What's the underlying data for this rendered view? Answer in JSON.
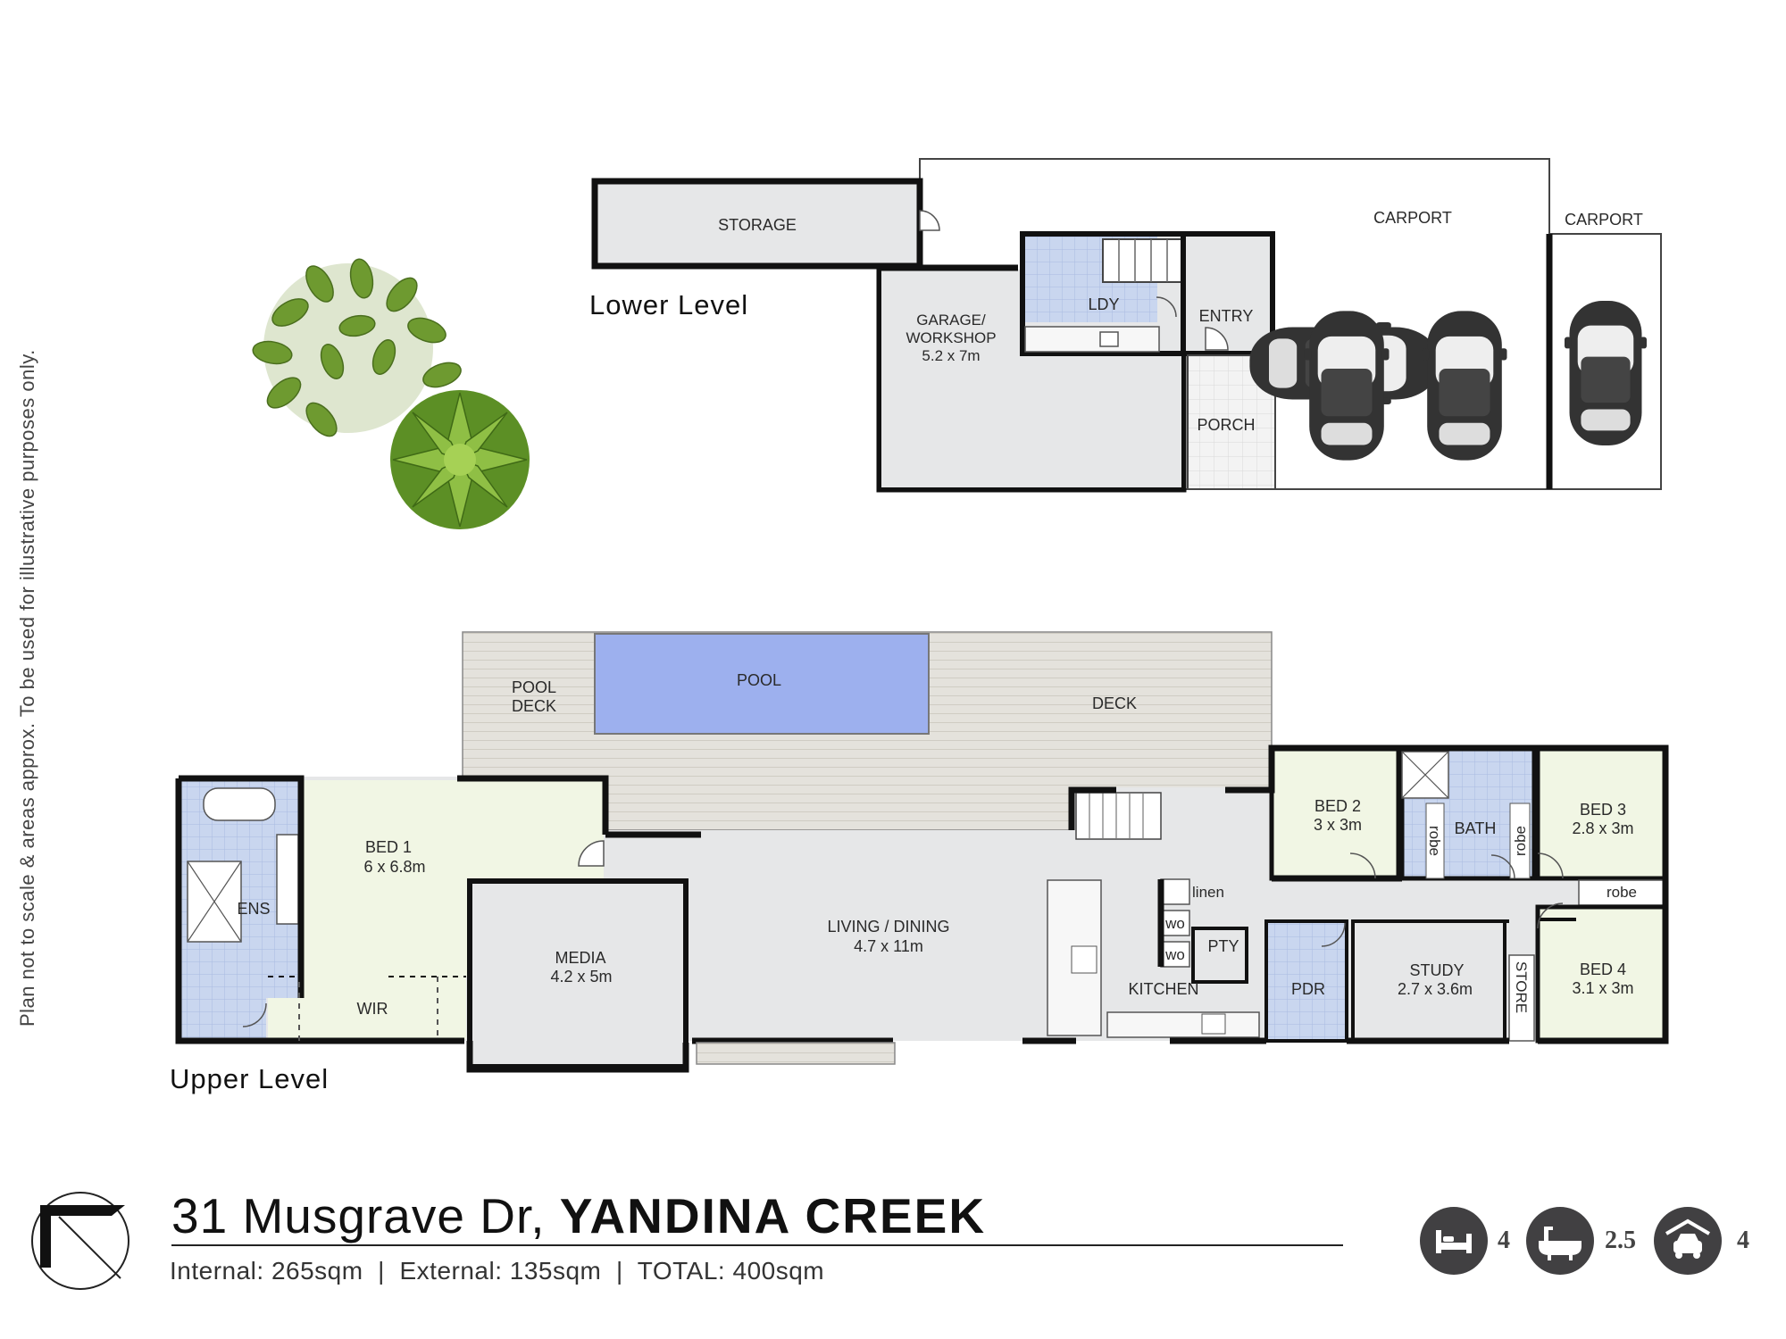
{
  "disclaimer": "Plan not to scale & areas approx. To be used for illustrative purposes only.",
  "levels": {
    "lower": "Lower Level",
    "upper": "Upper Level"
  },
  "lower_rooms": {
    "storage": "STORAGE",
    "garage": [
      "GARAGE/",
      "WORKSHOP",
      "5.2 x 7m"
    ],
    "ldy": "LDY",
    "entry": "ENTRY",
    "porch": "PORCH",
    "carport_main": "CARPORT",
    "carport_side": "CARPORT"
  },
  "upper_rooms": {
    "pool_deck": [
      "POOL",
      "DECK"
    ],
    "pool": "POOL",
    "deck": "DECK",
    "bed1": [
      "BED 1",
      "6 x 6.8m"
    ],
    "ens": "ENS",
    "wir": "WIR",
    "media": [
      "MEDIA",
      "4.2 x 5m"
    ],
    "living": [
      "LIVING / DINING",
      "4.7 x 11m"
    ],
    "kitchen": "KITCHEN",
    "linen": "linen",
    "wo1": "wo",
    "wo2": "wo",
    "pty": "PTY",
    "pdr": "PDR",
    "study": [
      "STUDY",
      "2.7 x 3.6m"
    ],
    "store": "STORE",
    "bed2": [
      "BED 2",
      "3 x 3m"
    ],
    "bath": "BATH",
    "robe_left": "robe",
    "robe_right": "robe",
    "robe_bed4": "robe",
    "bed3": [
      "BED 3",
      "2.8 x 3m"
    ],
    "bed4": [
      "BED 4",
      "3.1 x 3m"
    ]
  },
  "address": {
    "street": "31 Musgrave Dr,",
    "suburb": "YANDINA CREEK"
  },
  "areas": {
    "internal": "Internal: 265sqm",
    "external": "External: 135sqm",
    "total": "TOTAL: 400sqm",
    "separator": "|"
  },
  "features": [
    {
      "icon": "bed-icon",
      "count": "4"
    },
    {
      "icon": "bath-icon",
      "count": "2.5"
    },
    {
      "icon": "car-icon",
      "count": "4"
    }
  ],
  "colors": {
    "wall": "#111111",
    "floor": "#e6e7e8",
    "bedroom": "#f1f6e4",
    "wet": "#c9d6ef",
    "pool": "#9db0ee",
    "deck": "#e4e2dc",
    "icon_bg": "#414042"
  }
}
